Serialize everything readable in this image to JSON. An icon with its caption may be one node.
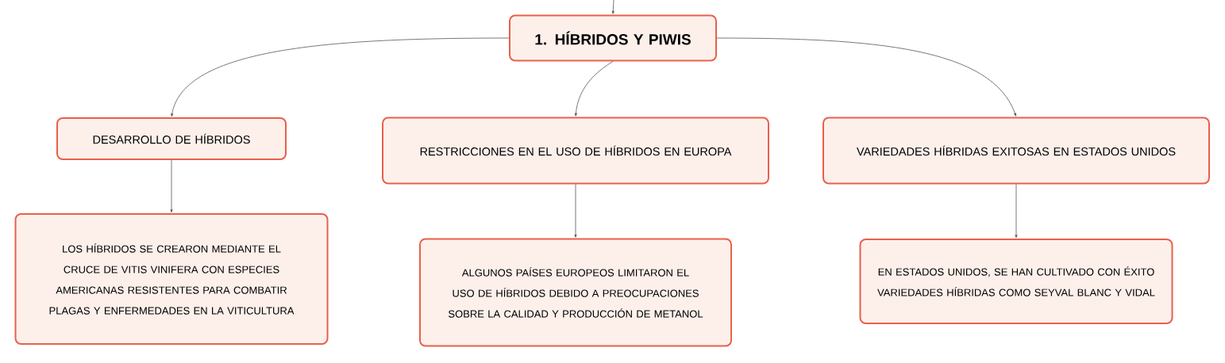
{
  "diagram": {
    "nodes": [
      {
        "text": [
          "1. HÍBRIDOS Y PIWIS"
        ]
      },
      {
        "text": [
          "DESARROLLO DE HÍBRIDOS"
        ]
      },
      {
        "text": [
          "RESTRICCIONES EN EL USO DE HÍBRIDOS EN EUROPA"
        ]
      },
      {
        "text": [
          "VARIEDADES HÍBRIDAS EXITOSAS EN ESTADOS UNIDOS"
        ]
      },
      {
        "text": [
          "LOS HÍBRIDOS SE CREARON MEDIANTE EL CRUCE DE VITIS VINIFERA CON ESPECIES AMERICANAS RESISTENTES PARA COMBATIR PLAGAS Y ENFERMEDADES EN LA VITICULTURA"
        ]
      },
      {
        "text": [
          "ALGUNOS PAÍSES EUROPEOS LIMITARON EL USO DE HÍBRIDOS DEBIDO A PREOCUPACIONES SOBRE LA CALIDAD Y PRODUCCIÓN DE METANOL"
        ]
      },
      {
        "text": [
          "EN ESTADOS UNIDOS, SE HAN CULTIVADO CON ÉXITO VARIEDADES HÍBRIDAS COMO SEYVAL BLANC Y VIDAL"
        ]
      }
    ],
    "edges": [
      {
        "from": null,
        "to": 0,
        "arrow": "to"
      },
      {
        "from": 0,
        "to": 1,
        "arrow": "to"
      },
      {
        "from": 0,
        "to": 2,
        "arrow": "to"
      },
      {
        "from": 0,
        "to": 3,
        "arrow": "to"
      },
      {
        "from": 1,
        "to": 4,
        "arrow": "to"
      },
      {
        "from": 2,
        "to": 5,
        "arrow": "to"
      },
      {
        "from": 3,
        "to": 6,
        "arrow": "to"
      }
    ]
  }
}
